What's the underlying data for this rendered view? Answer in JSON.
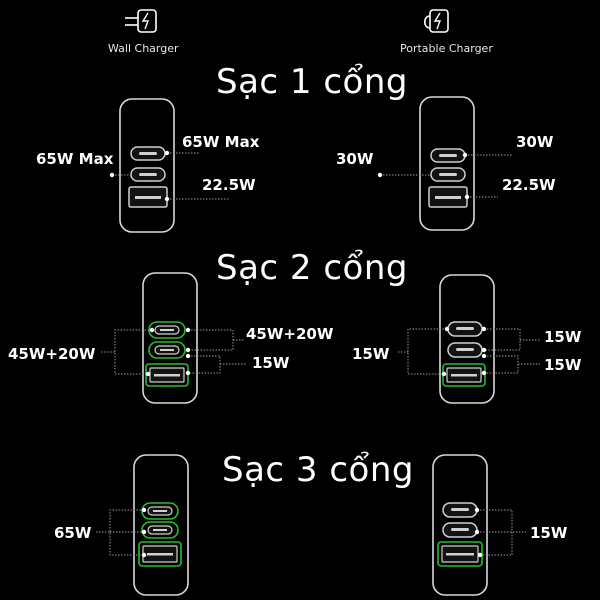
{
  "header": {
    "wall_label": "Wall Charger",
    "portable_label": "Portable Charger",
    "wall_icon": "wall-plug-charger-icon",
    "portable_icon": "portable-battery-charger-icon"
  },
  "sections": [
    {
      "title": "Sạc 1 cổng",
      "wall": {
        "left": "65W Max",
        "right": [
          "65W Max",
          "22.5W"
        ]
      },
      "portable": {
        "left": "30W",
        "right": [
          "30W",
          "22.5W"
        ]
      }
    },
    {
      "title": "Sạc 2 cổng",
      "wall": {
        "left": "45W+20W",
        "right": [
          "45W+20W",
          "15W"
        ]
      },
      "portable": {
        "left": "15W",
        "right": [
          "15W",
          "15W"
        ]
      }
    },
    {
      "title": "Sạc 3 cổng",
      "wall": {
        "left": "65W"
      },
      "portable": {
        "right": [
          "15W"
        ]
      }
    }
  ],
  "colors": {
    "active_port": "#22c02a",
    "line": "#9a9a9a",
    "outline": "#d8d8d8"
  }
}
